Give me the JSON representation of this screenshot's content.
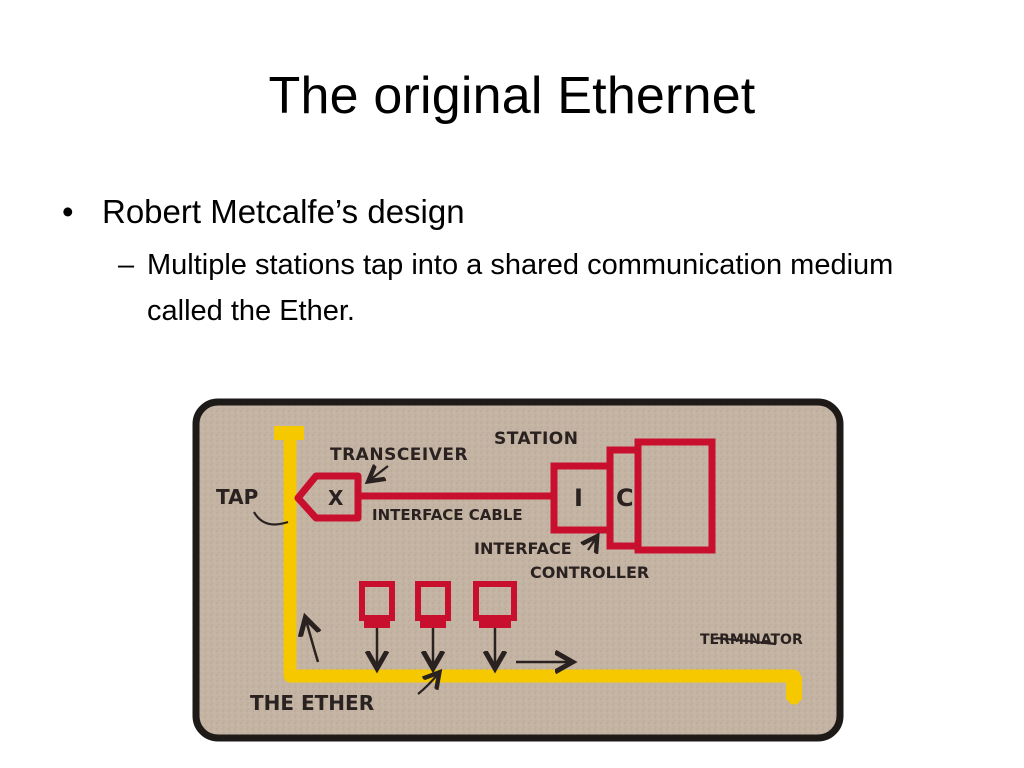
{
  "slide": {
    "title": "The original Ethernet",
    "bullets": [
      {
        "text": "Robert Metcalfe’s design",
        "marker": "•",
        "children": [
          {
            "marker": "–",
            "text": "Multiple stations tap into a shared communication medium called the Ether."
          }
        ]
      }
    ]
  },
  "diagram": {
    "labels": {
      "transceiver": "TRANSCEIVER",
      "station": "STATION",
      "tap": "TAP",
      "x_box": "X",
      "interface_cable": "INTERFACE CABLE",
      "i_box": "I",
      "c_box": "C",
      "interface_controller_line1": "INTERFACE",
      "interface_controller_line2": "CONTROLLER",
      "terminator": "TERMINATOR",
      "the_ether": "THE ETHER"
    },
    "colors": {
      "background": "#c4b4a4",
      "border": "#1e1a18",
      "ether": "#f5c800",
      "station": "#c8102e",
      "ink": "#2a2220"
    }
  }
}
